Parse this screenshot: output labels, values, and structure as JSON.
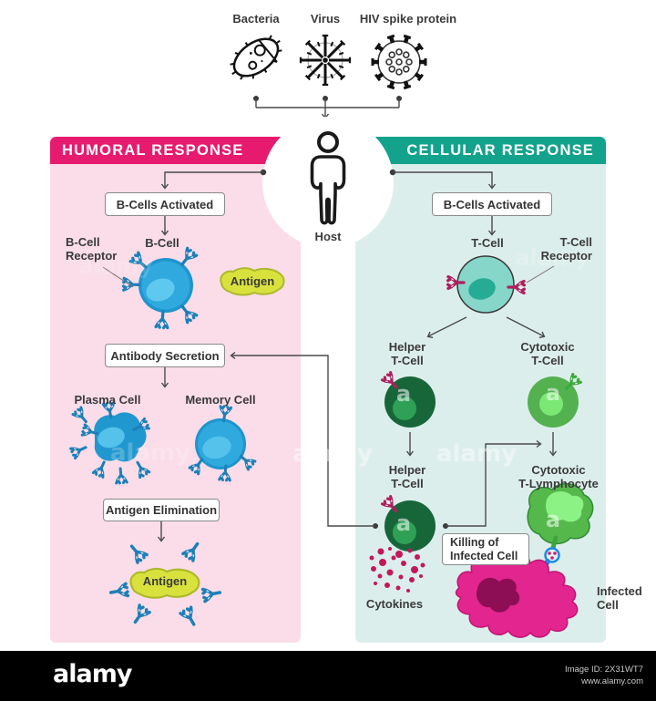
{
  "colors": {
    "header_pink": "#E61B70",
    "panel_pink": "#FADDE9",
    "header_teal": "#13A28B",
    "panel_teal": "#DCEEEB",
    "box_border": "#8A8A8A",
    "line": "#4A4A4A",
    "text": "#333333",
    "cell_blue": "#2FA9DE",
    "cell_blue_rim": "#1E95CC",
    "cell_blue_nucleus": "#5FC8EF",
    "antibody_blue": "#1D7FB6",
    "receptor_magenta": "#AD1F5E",
    "tcell_teal": "#86D6CA",
    "tcell_nucleus": "#26AC95",
    "helper_green": "#17663A",
    "helper_nucleus": "#2FA156",
    "cytotoxic_green": "#53B150",
    "cytotoxic_nucleus": "#7BE873",
    "lymphocyte_green": "#55B84B",
    "lymphocyte_nucleus": "#8CF285",
    "antigen_yellow": "#D9E13D",
    "antigen_border": "#ADB92B",
    "infected_pink": "#E3258F",
    "infected_nucleus": "#8E0E56",
    "cytokine": "#C2185B",
    "footer_bg": "#000000"
  },
  "pathogens": {
    "bacteria_label": "Bacteria",
    "virus_label": "Virus",
    "hiv_label": "HIV spike protein"
  },
  "host": {
    "label": "Host"
  },
  "humoral": {
    "header": "HUMORAL RESPONSE",
    "b_cells_activated": "B-Cells Activated",
    "b_cell_receptor": "B-Cell\nReceptor",
    "b_cell": "B-Cell",
    "antigen": "Antigen",
    "antibody_secretion": "Antibody Secretion",
    "plasma_cell": "Plasma Cell",
    "memory_cell": "Memory Cell",
    "antigen_elimination": "Antigen Elimination",
    "antigen2": "Antigen"
  },
  "cellular": {
    "header": "CELLULAR RESPONSE",
    "b_cells_activated": "B-Cells Activated",
    "t_cell": "T-Cell",
    "t_cell_receptor": "T-Cell\nReceptor",
    "helper_t_cell": "Helper\nT-Cell",
    "cytotoxic_t_cell": "Cytotoxic\nT-Cell",
    "helper_t_cell2": "Helper\nT-Cell",
    "cytotoxic_t_lymphocyte": "Cytotoxic\nT-Lymphocyte",
    "killing": "Killing of\nInfected Cell",
    "cytokines": "Cytokines",
    "infected_cell": "Infected\nCell"
  },
  "watermark": {
    "brand": "alamy",
    "letter": "a"
  },
  "footer": {
    "logo": "alamy",
    "image_id": "Image ID: 2X31WT7",
    "url": "www.alamy.com"
  }
}
